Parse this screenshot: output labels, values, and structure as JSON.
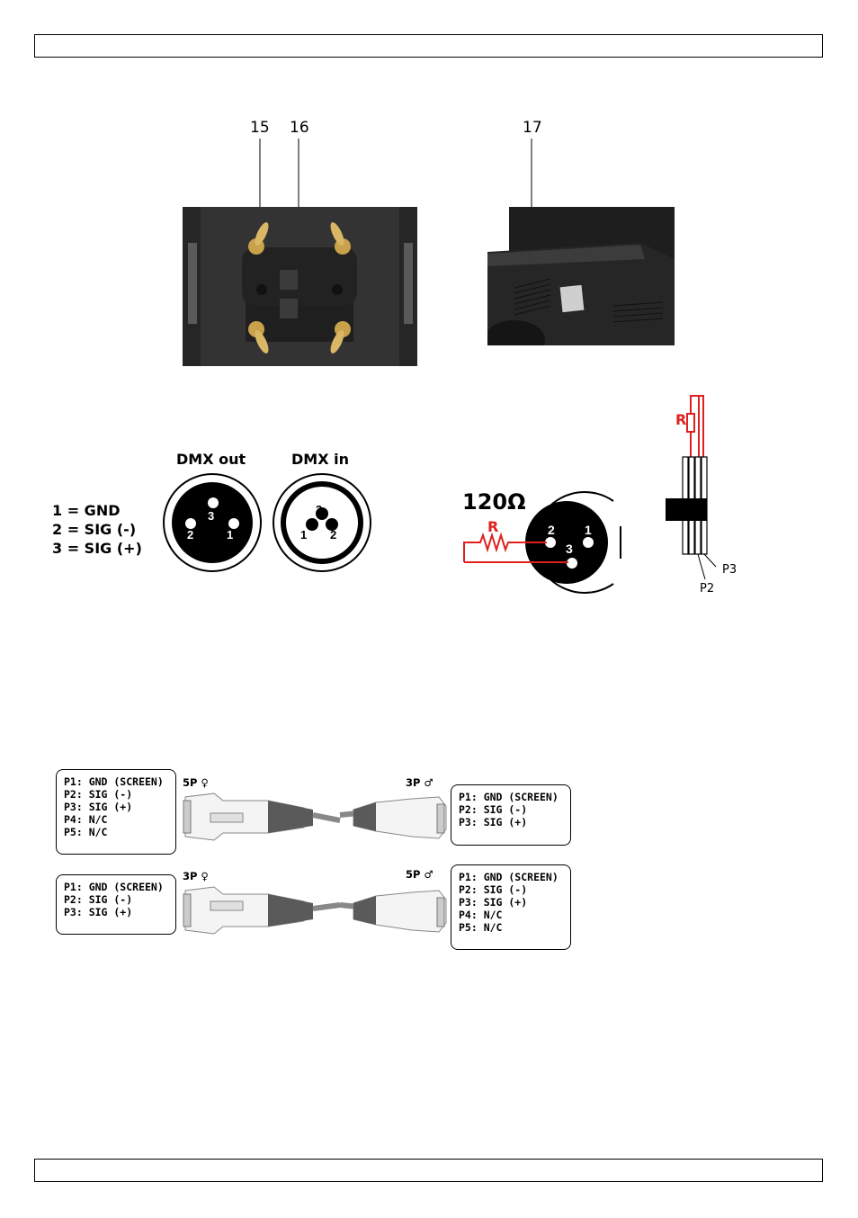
{
  "figure_callouts": [
    "15",
    "16",
    "17"
  ],
  "pin_legend": [
    "1 = GND",
    "2 = SIG (-)",
    "3 = SIG (+)"
  ],
  "dmx_out": {
    "label": "DMX out",
    "pins": [
      "3",
      "2",
      "1"
    ]
  },
  "dmx_in": {
    "label": "DMX in",
    "pins": [
      "3",
      "1",
      "2"
    ]
  },
  "terminator": {
    "resistance": "120Ω",
    "resistor_label": "R",
    "pins": [
      "2",
      "1",
      "3"
    ],
    "side_resistor_label": "R",
    "p2": "P2",
    "p3": "P3"
  },
  "adapter_1": {
    "left_connector": "5P ♀",
    "right_connector": "3P ♂",
    "left_pins": [
      "P1: GND (SCREEN)",
      "P2: SIG (-)",
      "P3: SIG (+)",
      "P4: N/C",
      "P5: N/C"
    ],
    "right_pins": [
      "P1: GND (SCREEN)",
      "P2: SIG (-)",
      "P3: SIG (+)"
    ]
  },
  "adapter_2": {
    "left_connector": "3P ♀",
    "right_connector": "5P ♂",
    "left_pins": [
      "P1: GND (SCREEN)",
      "P2: SIG (-)",
      "P3: SIG (+)"
    ],
    "right_pins": [
      "P1: GND (SCREEN)",
      "P2: SIG (-)",
      "P3: SIG (+)",
      "P4: N/C",
      "P5: N/C"
    ]
  },
  "colors": {
    "accent_red": "#e02020",
    "photo_dark": "#2a2a2a",
    "brass": "#c9a14a"
  }
}
